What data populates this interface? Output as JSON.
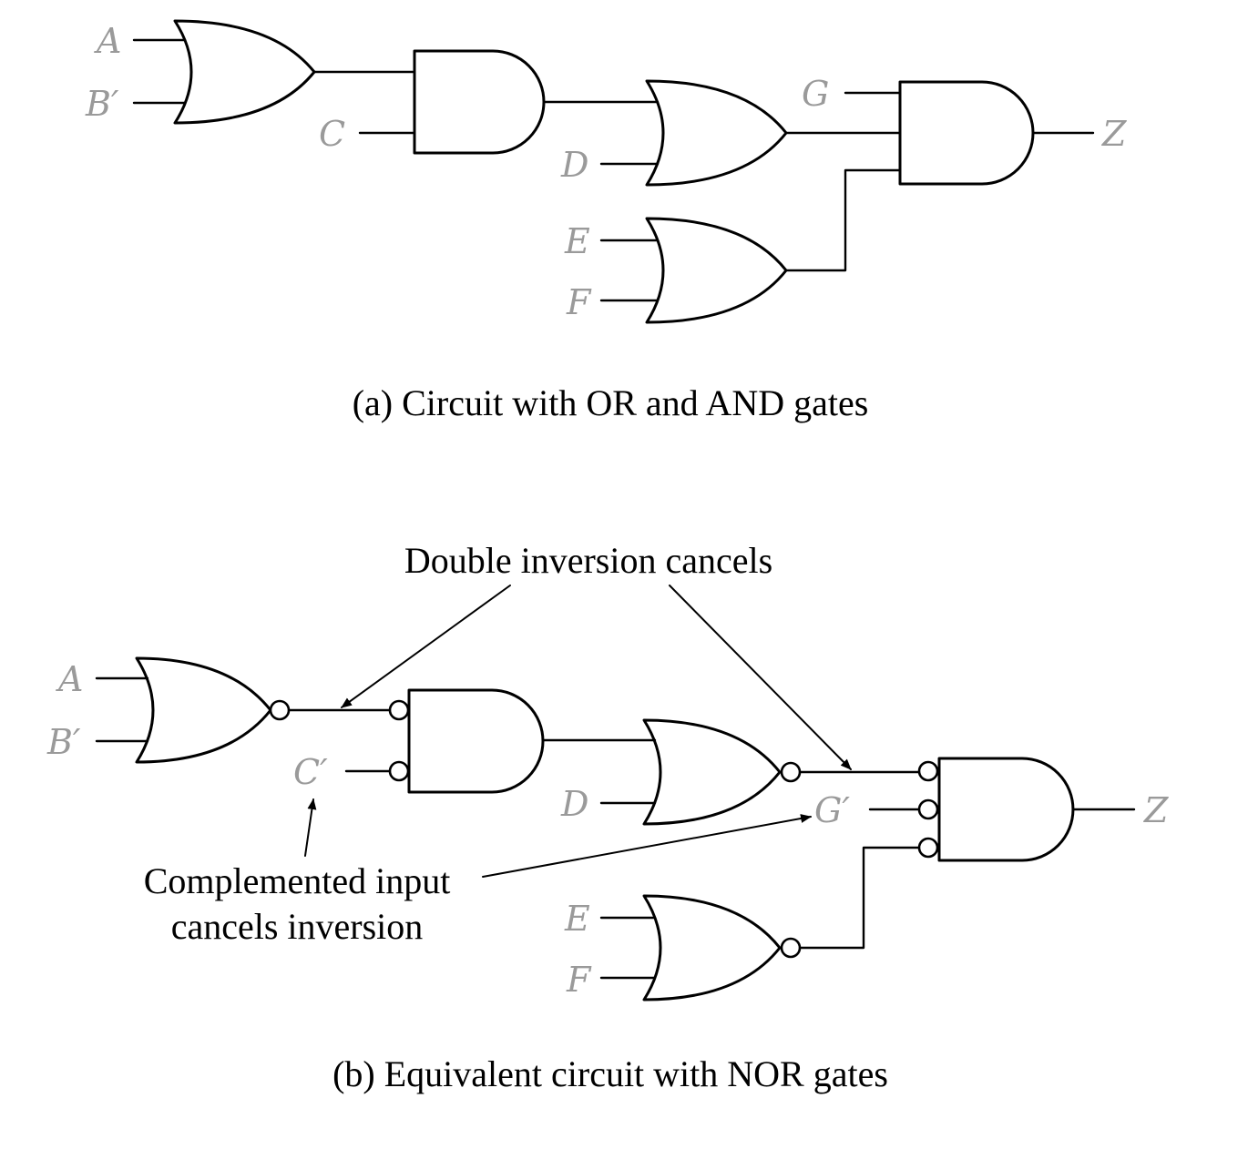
{
  "circuit_a": {
    "caption": "(a) Circuit with OR and AND gates",
    "labels": {
      "a": "A",
      "b": "B′",
      "c": "C",
      "d": "D",
      "e": "E",
      "f": "F",
      "g": "G",
      "z": "Z"
    }
  },
  "circuit_b": {
    "caption": "(b) Equivalent circuit with NOR gates",
    "labels": {
      "a": "A",
      "b": "B′",
      "c": "C′",
      "d": "D",
      "e": "E",
      "f": "F",
      "g": "G′",
      "z": "Z"
    },
    "annotations": {
      "double_inversion": "Double inversion cancels",
      "complemented_line1": "Complemented input",
      "complemented_line2": "cancels inversion"
    }
  },
  "colors": {
    "signal_label": "#9a9a9a",
    "line": "#000000"
  }
}
